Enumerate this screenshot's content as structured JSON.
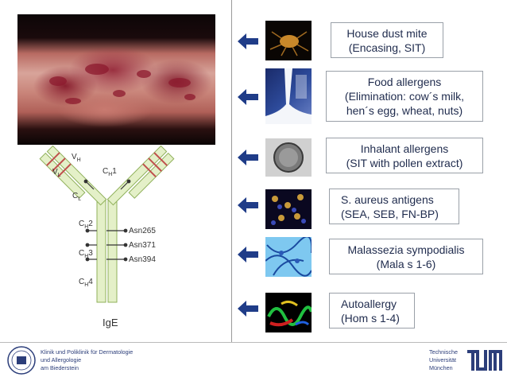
{
  "boxes": [
    {
      "lines": [
        "House dust mite",
        "(Encasing, SIT)"
      ]
    },
    {
      "lines": [
        "Food allergens",
        "(Elimination: cow´s milk,",
        "hen´s egg, wheat, nuts)"
      ]
    },
    {
      "lines": [
        "Inhalant allergens",
        "(SIT with pollen extract)"
      ]
    },
    {
      "lines": [
        "S. aureus antigens",
        "(SEA, SEB, FN-BP)"
      ]
    },
    {
      "lines": [
        "Malassezia sympodialis",
        "(Mala s 1-6)"
      ]
    },
    {
      "lines": [
        "Autoallergy",
        "(Hom s 1-4)"
      ]
    }
  ],
  "antibody": {
    "name": "IgE",
    "labels": {
      "vh": "V",
      "vh_sub": "H",
      "vl": "V",
      "vl_sub": "L",
      "ch1": "C",
      "ch1_sub": "H",
      "ch1_num": "1",
      "cl": "C",
      "cl_sub": "L",
      "ch2": "C",
      "ch2_sub": "H",
      "ch2_num": "2",
      "ch3": "C",
      "ch3_sub": "H",
      "ch3_num": "3",
      "ch4": "C",
      "ch4_sub": "H",
      "ch4_num": "4"
    },
    "sites": [
      "Asn265",
      "Asn371",
      "Asn394"
    ]
  },
  "footer": {
    "left": [
      "Klinik und Poliklinik für Dermatologie",
      "und Allergologie",
      "am Biederstein"
    ],
    "right": [
      "Technische",
      "Universität",
      "München"
    ],
    "logo": "TUM"
  },
  "colors": {
    "arrow": "#1f3c88",
    "box_text": "#1f2b4d",
    "box_border": "#9aa0a8",
    "antibody_fill": "#e4f0c8",
    "antibody_stroke": "#8fb05a",
    "hinge_bar": "#c0504d"
  }
}
